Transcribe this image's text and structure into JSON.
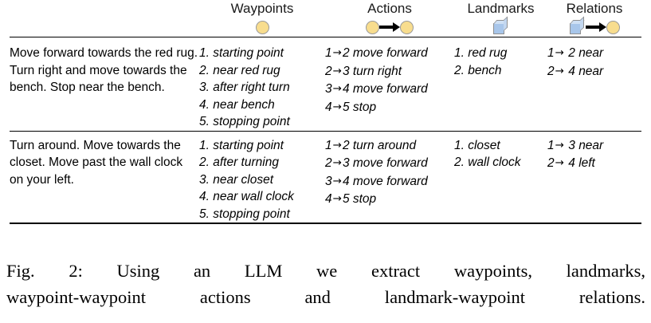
{
  "table": {
    "columns": [
      {
        "key": "instruction",
        "label": "",
        "icon": ""
      },
      {
        "key": "waypoints",
        "label": "Waypoints",
        "icon": "circle-icon"
      },
      {
        "key": "actions",
        "label": "Actions",
        "icon": "circle-arrow-circle-icon"
      },
      {
        "key": "landmarks",
        "label": "Landmarks",
        "icon": "cube-icon"
      },
      {
        "key": "relations",
        "label": "Relations",
        "icon": "cube-arrow-circle-icon"
      }
    ],
    "header": {
      "waypoints_label": "Waypoints",
      "actions_label": "Actions",
      "landmarks_label": "Landmarks",
      "relations_label": "Relations"
    },
    "rows": [
      {
        "instruction": "Move forward towards the red rug. Turn right and move towards the bench. Stop near the bench.",
        "instruction_lines": [
          "Move forward towards the",
          "red rug. Turn right and",
          "move towards the bench.",
          "Stop near the bench."
        ],
        "waypoints": [
          "1. starting point",
          "2. near red rug",
          "3. after right turn",
          "4. near bench",
          "5. stopping point"
        ],
        "actions": [
          {
            "from": "1",
            "to": "2",
            "action": "move forward"
          },
          {
            "from": "2",
            "to": "3",
            "action": "turn right"
          },
          {
            "from": "3",
            "to": "4",
            "action": "move forward"
          },
          {
            "from": "4",
            "to": "5",
            "action": "stop"
          }
        ],
        "landmarks": [
          "1. red rug",
          "2. bench"
        ],
        "relations": [
          {
            "from": "1",
            "to": "2",
            "relation": "near"
          },
          {
            "from": "2",
            "to": "4",
            "relation": "near"
          }
        ]
      },
      {
        "instruction": "Turn around. Move towards the closet. Move past the wall clock on your left.",
        "instruction_lines": [
          "Turn around. Move towards",
          "the closet. Move past the",
          "wall clock on your left."
        ],
        "waypoints": [
          "1. starting point",
          "2. after turning",
          "3. near closet",
          "4. near wall clock",
          "5. stopping point"
        ],
        "actions": [
          {
            "from": "1",
            "to": "2",
            "action": "turn around"
          },
          {
            "from": "2",
            "to": "3",
            "action": "move forward"
          },
          {
            "from": "3",
            "to": "4",
            "action": "move forward"
          },
          {
            "from": "4",
            "to": "5",
            "action": "stop"
          }
        ],
        "landmarks": [
          "1. closet",
          "2. wall clock"
        ],
        "relations": [
          {
            "from": "1",
            "to": "3",
            "relation": "near"
          },
          {
            "from": "2",
            "to": "4",
            "relation": "left"
          }
        ]
      }
    ]
  },
  "caption": {
    "line1": "Fig. 2: Using an LLM we extract waypoints, landmarks,",
    "line2": "waypoint-waypoint actions and landmark-waypoint relations.",
    "full": "Fig. 2: Using an LLM we extract waypoints, landmarks, waypoint-waypoint actions and landmark-waypoint relations."
  },
  "colors": {
    "waypoint_fill": "#f8dd8e",
    "waypoint_stroke": "#9a9a9a",
    "landmark_fill": "#a8c6ea",
    "landmark_top": "#cfe0f4",
    "landmark_side": "#c3d7f0",
    "landmark_stroke": "#8f8f8f",
    "rule": "#000000",
    "text": "#000000"
  },
  "arrow_glyph": "→"
}
